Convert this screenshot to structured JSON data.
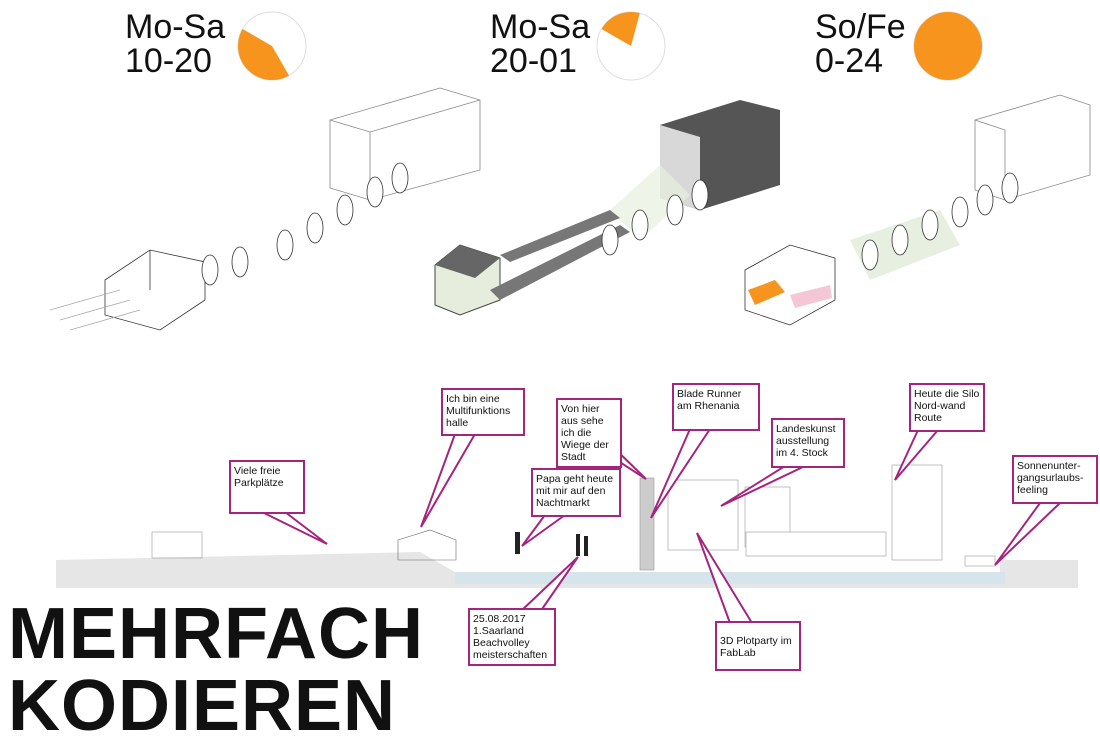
{
  "schedules": [
    {
      "days": "Mo-Sa",
      "hours": "10-20",
      "start": 10,
      "end": 20
    },
    {
      "days": "Mo-Sa",
      "hours": "20-01",
      "start": 20,
      "end": 25
    },
    {
      "days": "So/Fe",
      "hours": "0-24",
      "start": 0,
      "end": 24
    }
  ],
  "colors": {
    "accent": "#f7941d",
    "callout_border": "#a3257e",
    "ground": "#e6e6e6",
    "water": "#d6e4ec"
  },
  "callouts": [
    {
      "id": "parking",
      "text": "Viele freie Parkplätze"
    },
    {
      "id": "hall",
      "text": "Ich bin eine Multifunktions halle"
    },
    {
      "id": "view",
      "text": "Von hier aus sehe ich die Wiege der Stadt"
    },
    {
      "id": "papa",
      "text": "Papa geht heute mit mir auf den Nachtmarkt"
    },
    {
      "id": "beach",
      "text": "25.08.2017 1.Saarland Beachvolley meisterschaften"
    },
    {
      "id": "blade",
      "text": "Blade Runner am Rhenania"
    },
    {
      "id": "kunst",
      "text": "Landeskunst ausstellung im 4. Stock"
    },
    {
      "id": "silo",
      "text": "Heute die Silo Nord-wand Route"
    },
    {
      "id": "sunset",
      "text": "Sonnenunter-gangsurlaubs-feeling"
    },
    {
      "id": "plot",
      "text": "3D Plotparty im FabLab"
    }
  ],
  "title": {
    "line1": "MEHRFACH",
    "line2": "KODIEREN"
  }
}
